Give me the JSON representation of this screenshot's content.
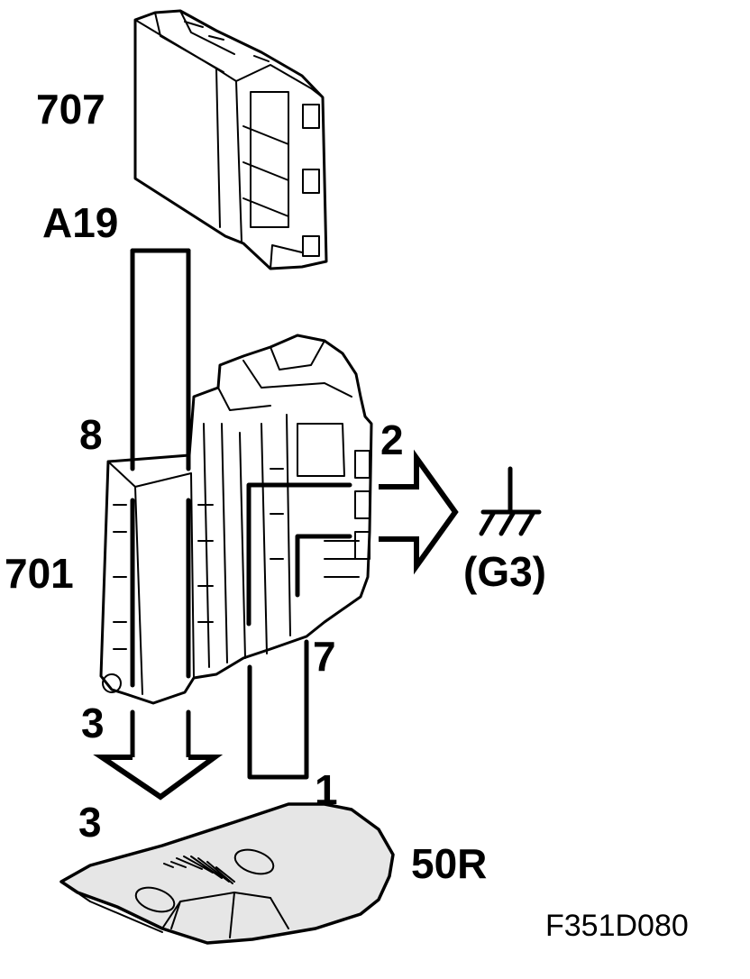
{
  "labels": {
    "control_module": "707",
    "connector_a19": "A19",
    "pin_8": "8",
    "fuse_box": "701",
    "pin_3_top": "3",
    "pin_3_bottom": "3",
    "pin_2": "2",
    "ground": "(G3)",
    "pin_7": "7",
    "pin_1": "1",
    "lamp": "50R",
    "figure_code": "F351D080"
  },
  "icons": {
    "ground_symbol": "ground-icon"
  },
  "colors": {
    "ink": "#000000",
    "paper": "#ffffff",
    "lamp_fill": "#e6e6e6"
  }
}
